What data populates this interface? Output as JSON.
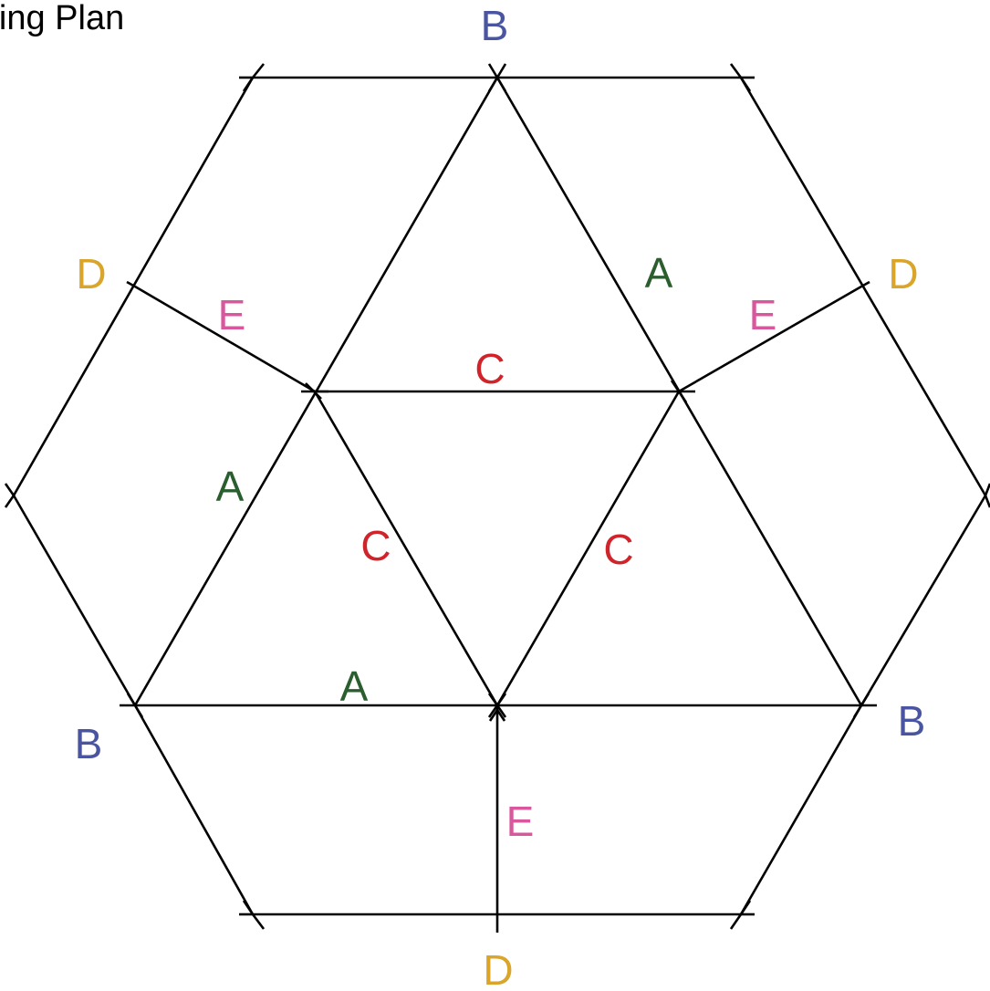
{
  "title": "iling Plan",
  "colors": {
    "B": "#4a55a2",
    "D": "#d9a52a",
    "A": "#2b5e2f",
    "C": "#d0232a",
    "E": "#d9579d"
  },
  "labels": [
    {
      "id": "B_top",
      "letter": "B",
      "text": "B"
    },
    {
      "id": "B_bottom_left",
      "letter": "B",
      "text": "B"
    },
    {
      "id": "B_bottom_right",
      "letter": "B",
      "text": "B"
    },
    {
      "id": "D_left",
      "letter": "D",
      "text": "D"
    },
    {
      "id": "D_right",
      "letter": "D",
      "text": "D"
    },
    {
      "id": "D_bottom",
      "letter": "D",
      "text": "D"
    },
    {
      "id": "A_top_right",
      "letter": "A",
      "text": "A"
    },
    {
      "id": "A_left",
      "letter": "A",
      "text": "A"
    },
    {
      "id": "A_bottom",
      "letter": "A",
      "text": "A"
    },
    {
      "id": "C_top",
      "letter": "C",
      "text": "C"
    },
    {
      "id": "C_left",
      "letter": "C",
      "text": "C"
    },
    {
      "id": "C_right",
      "letter": "C",
      "text": "C"
    },
    {
      "id": "E_left",
      "letter": "E",
      "text": "E"
    },
    {
      "id": "E_right",
      "letter": "E",
      "text": "E"
    },
    {
      "id": "E_bottom",
      "letter": "E",
      "text": "E"
    }
  ]
}
